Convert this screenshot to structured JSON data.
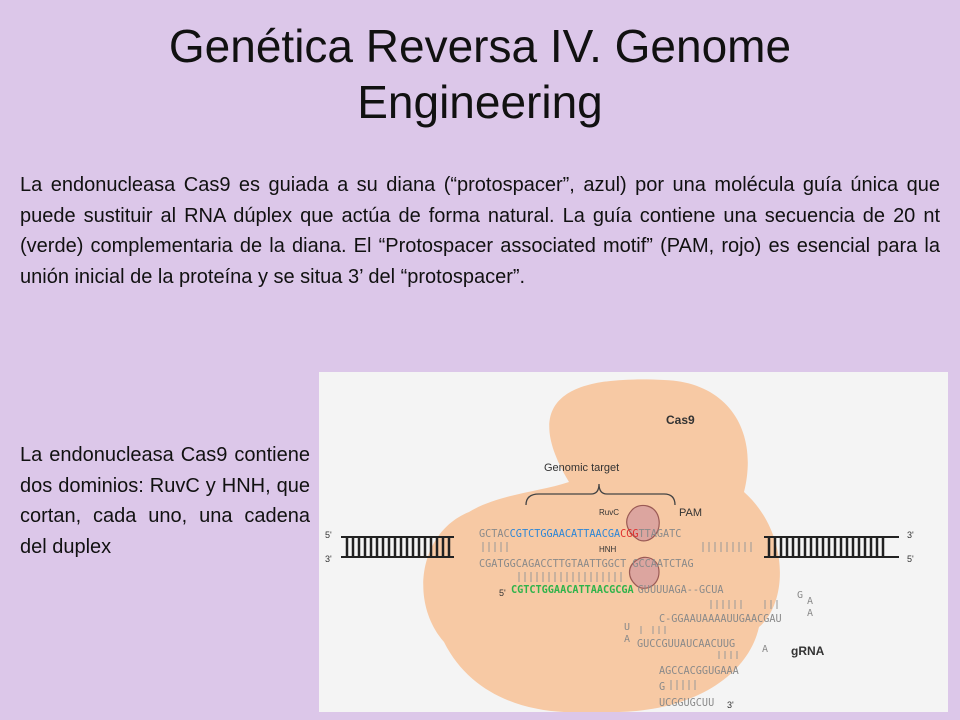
{
  "title": "Genética Reversa IV. Genome Engineering",
  "paragraph1": "La endonucleasa Cas9 es guiada a su diana (“protospacer”, azul) por una molécula guía única que puede sustituir al RNA dúplex que actúa de forma natural. La guía contiene una secuencia de 20 nt (verde) complementaria de la diana. El “Protospacer associated motif” (PAM, rojo) es esencial para la unión inicial de la proteína y se situa 3’ del “protospacer”.",
  "paragraph2": "La endonucleasa Cas9 contiene dos dominios: RuvC y HNH, que cortan, cada uno, una cadena del duplex",
  "figure": {
    "labels": {
      "cas9": "Cas9",
      "genomic_target": "Genomic target",
      "ruvc": "RuvC",
      "hnh": "HNH",
      "pam": "PAM",
      "grna": "gRNA",
      "five_top": "5'",
      "three_top": "3'",
      "three_mid": "3'",
      "five_mid": "5'",
      "five_guide": "5'",
      "three_bottom": "3'"
    },
    "sequences": {
      "top_gray1": "GCTAC",
      "top_blue": "CGTCTGGAACATTAA",
      "top_blue2": "CGA",
      "top_red": "CGG",
      "top_gray2": "TTAGATC",
      "bottom_strand": "CGATGGCAGACCTTGTAATTGGCT GCCAATCTAG",
      "guide_green": "CGTCTGGAACATTAACGCGA",
      "guide_gray": "GUUUUAGA--GCUA",
      "row_c": "C-GGAAUAAAAUUGAACGAU",
      "row_gucc": "GUCCGUUAUCAACUUG",
      "row_agcc": "AGCCACGGUGAAA",
      "row_ucg": "UCGGUGCUU",
      "loop_right_1": "G",
      "loop_right_2": "A",
      "loop_right_3": "A",
      "loop_right_4": "A",
      "loop_left_1": "U",
      "loop_left_2": "A",
      "stem_g": "G"
    },
    "colors": {
      "blue": "#2d86d6",
      "red": "#e0302e",
      "green": "#2fb34a",
      "gray": "#8a8a8a",
      "cas9_fill": "#f7c9a4",
      "domain_fill": "#dca59f"
    }
  }
}
